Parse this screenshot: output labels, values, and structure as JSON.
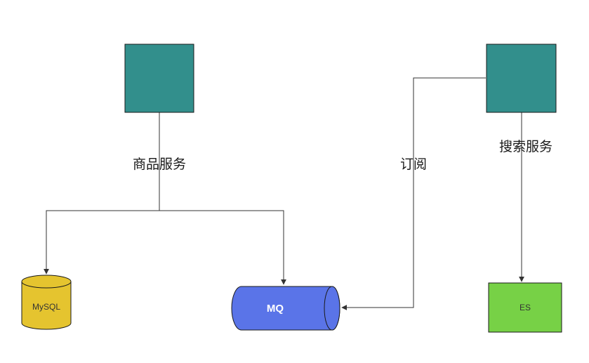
{
  "nodes": {
    "product_service": {
      "label": "商品服务",
      "fill": "#328f8c"
    },
    "search_service": {
      "label": "搜索服务",
      "fill": "#328f8c"
    },
    "mysql": {
      "label": "MySQL",
      "fill": "#e5c42f",
      "icon": "database-cylinder"
    },
    "mq": {
      "label": "MQ",
      "fill": "#5a74e8",
      "icon": "queue-cylinder"
    },
    "es": {
      "label": "ES",
      "fill": "#77d146"
    }
  },
  "edges": {
    "subscribe_label": "订阅"
  },
  "colors": {
    "stroke": "#1a1a1a",
    "edge": "#333333"
  }
}
